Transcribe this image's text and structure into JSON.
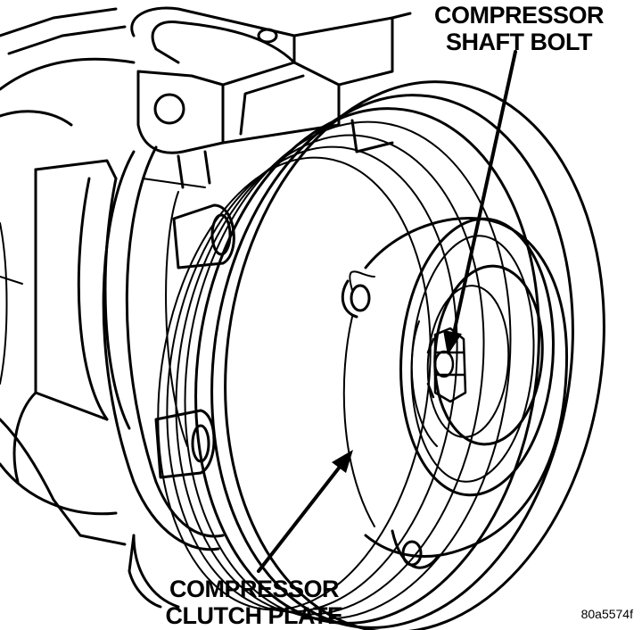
{
  "callouts": {
    "shaft_bolt": [
      "COMPRESSOR",
      "SHAFT BOLT"
    ],
    "clutch_plate": [
      "COMPRESSOR",
      "CLUTCH PLATE"
    ]
  },
  "figure_id": "80a5574f",
  "colors": {
    "ink": "#000000",
    "paper": "#ffffff"
  }
}
